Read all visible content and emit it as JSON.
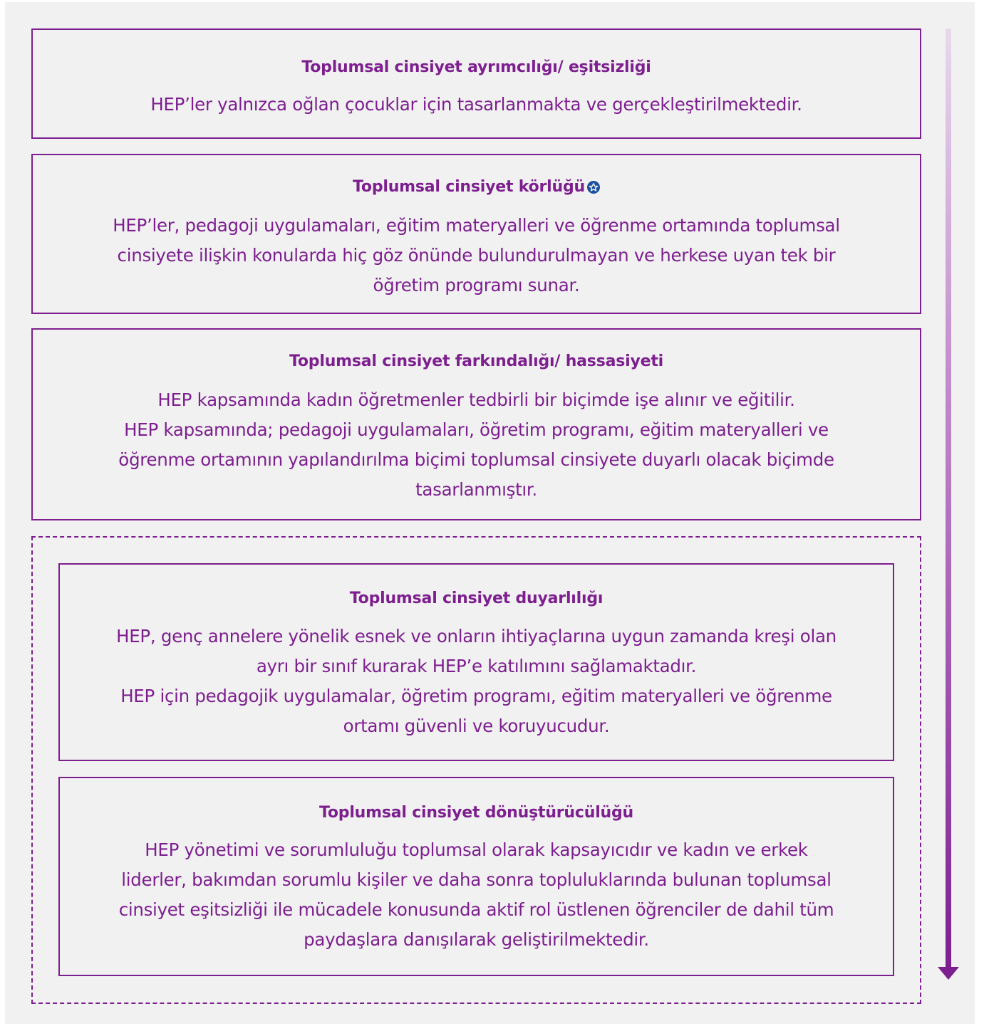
{
  "colors": {
    "accent": "#7d1f8f",
    "panel_background": "#f1f1f1",
    "note_icon": "#1e4f9e"
  },
  "levels": [
    {
      "title": "Toplumsal cinsiyet ayrımcılığı/ eşitsizliği",
      "lines": [
        "HEP’ler yalnızca oğlan çocuklar için tasarlanmakta ve gerçekleştirilmektedir."
      ]
    },
    {
      "title": "Toplumsal cinsiyet körlüğü",
      "has_icon": "star-icon",
      "lines": [
        "HEP’ler, pedagoji uygulamaları, eğitim materyalleri ve öğrenme ortamında toplumsal",
        "cinsiyete ilişkin konularda hiç göz önünde bulundurulmayan ve herkese uyan tek bir",
        "öğretim programı sunar."
      ]
    },
    {
      "title": "Toplumsal cinsiyet farkındalığı/ hassasiyeti",
      "lines": [
        "HEP kapsamında kadın öğretmenler tedbirli bir biçimde işe alınır ve eğitilir.",
        "HEP kapsamında; pedagoji uygulamaları, öğretim programı, eğitim materyalleri ve",
        "öğrenme ortamının yapılandırılma biçimi toplumsal cinsiyete duyarlı olacak biçimde",
        "tasarlanmıştır."
      ]
    },
    {
      "title": "Toplumsal cinsiyet duyarlılığı",
      "lines": [
        "HEP, genç annelere yönelik esnek ve onların ihtiyaçlarına uygun zamanda kreşi olan",
        "ayrı bir sınıf kurarak HEP’e katılımını sağlamaktadır.",
        "HEP için pedagojik uygulamalar, öğretim programı, eğitim materyalleri ve öğrenme",
        "ortamı güvenli ve koruyucudur."
      ]
    },
    {
      "title": "Toplumsal cinsiyet dönüştürücülüğü",
      "lines": [
        "HEP yönetimi ve sorumluluğu toplumsal olarak kapsayıcıdır ve kadın ve erkek",
        "liderler, bakımdan sorumlu kişiler ve daha sonra topluluklarında bulunan toplumsal",
        "cinsiyet eşitsizliği ile mücadele konusunda aktif rol üstlenen öğrenciler de dahil tüm",
        "paydaşlara danışılarak geliştirilmektedir."
      ]
    }
  ]
}
